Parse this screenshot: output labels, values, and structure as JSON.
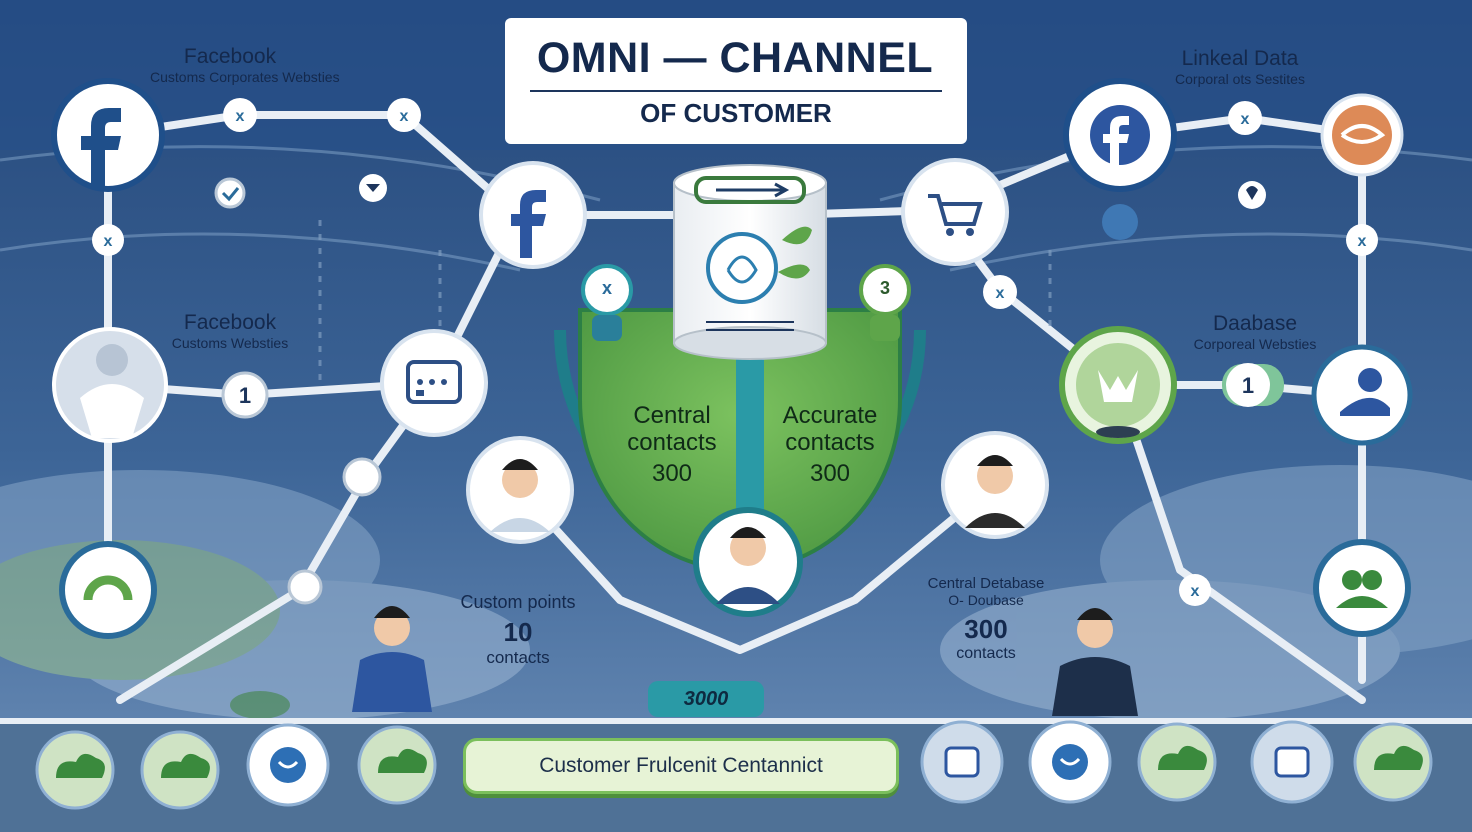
{
  "header": {
    "title": "OMNI — CHANNEL",
    "subtitle": "OF CUSTOMER"
  },
  "labels": {
    "top_left": {
      "title": "Facebook",
      "sub": "Customs Corporates Websties"
    },
    "mid_left": {
      "title": "Facebook",
      "sub": "Customs Websties"
    },
    "top_right": {
      "title": "Linkeal Data",
      "sub": "Corporal ots Sestites"
    },
    "mid_right": {
      "title": "Daabase",
      "sub": "Corporeal Websties"
    }
  },
  "center": {
    "left_text": [
      "Central",
      "contacts",
      "300"
    ],
    "right_text": [
      "Accurate",
      "contacts",
      "300"
    ],
    "left_badge": "x",
    "right_badge": "3"
  },
  "counters": {
    "left": {
      "title": "Custom points",
      "value": "10",
      "unit": "contacts"
    },
    "right": {
      "line1": "Central Detabase",
      "line2": "O- Doubase",
      "value": "300",
      "unit": "contacts"
    }
  },
  "badge_3000": "3000",
  "banner": "Customer Frulcenit Centannict",
  "node_marks": {
    "x_glyph": "x",
    "one_glyph": "1"
  },
  "icons": {
    "facebook": "facebook-icon",
    "cart": "cart-icon",
    "chat": "chat-bubble-icon",
    "database": "database-icon",
    "person": "person-icon",
    "handshake": "handshake-icon",
    "cloud": "cloud-icon"
  },
  "colors": {
    "navy": "#14294d",
    "facebook_blue": "#2d56a0",
    "green": "#5ea54a",
    "teal": "#2a9aa6",
    "bg": "#24477a"
  }
}
